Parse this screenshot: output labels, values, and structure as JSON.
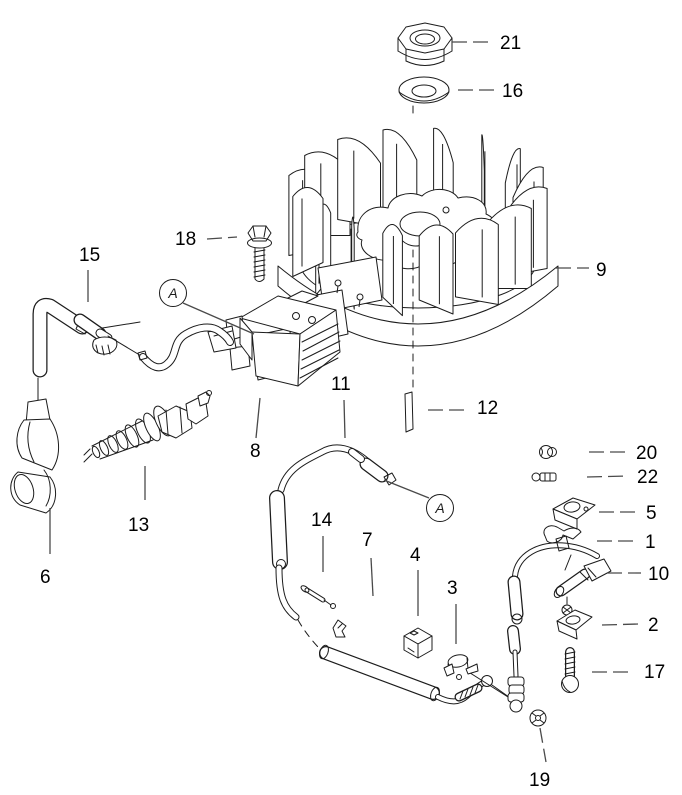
{
  "diagram": {
    "type": "exploded-parts-diagram",
    "subject": "flywheel-ignition-assembly",
    "colors": {
      "background": "#ffffff",
      "line": "#1c1c1c",
      "leader": "#4a4a4a",
      "label": "#000000"
    },
    "callouts": [
      {
        "text": "21"
      },
      {
        "text": "16"
      },
      {
        "text": "9"
      },
      {
        "text": "18"
      },
      {
        "text": "15"
      },
      {
        "text": "8"
      },
      {
        "text": "11"
      },
      {
        "text": "12"
      },
      {
        "text": "13"
      },
      {
        "text": "6"
      },
      {
        "text": "14"
      },
      {
        "text": "7"
      },
      {
        "text": "4"
      },
      {
        "text": "3"
      },
      {
        "text": "20"
      },
      {
        "text": "22"
      },
      {
        "text": "5"
      },
      {
        "text": "1"
      },
      {
        "text": "10"
      },
      {
        "text": "2"
      },
      {
        "text": "17"
      },
      {
        "text": "19"
      }
    ],
    "detail_markers": [
      {
        "text": "A"
      },
      {
        "text": "A"
      }
    ]
  }
}
